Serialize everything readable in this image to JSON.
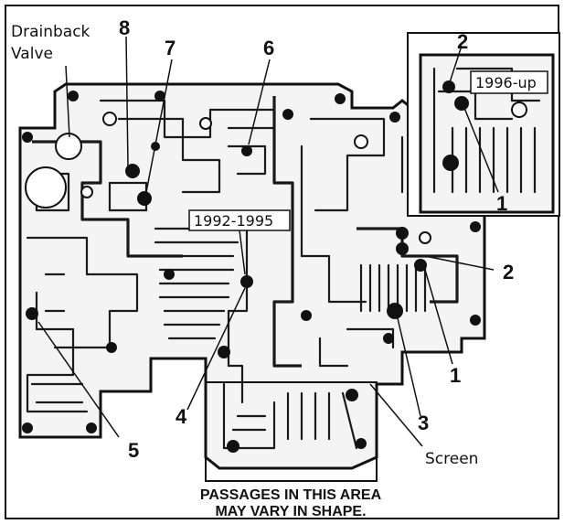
{
  "callouts": {
    "drainback_line1": "Drainback",
    "drainback_line2": "Valve",
    "n8": "8",
    "n7": "7",
    "n6": "6",
    "n5": "5",
    "n4": "4",
    "n3": "3",
    "n2_right": "2",
    "n1_right": "1",
    "screen": "Screen"
  },
  "inset": {
    "n2": "2",
    "n1": "1",
    "year_label": "1996-up"
  },
  "year_label_main": "1992-1995",
  "note": {
    "line1": "PASSAGES IN THIS AREA",
    "line2": "MAY VARY IN SHAPE."
  }
}
